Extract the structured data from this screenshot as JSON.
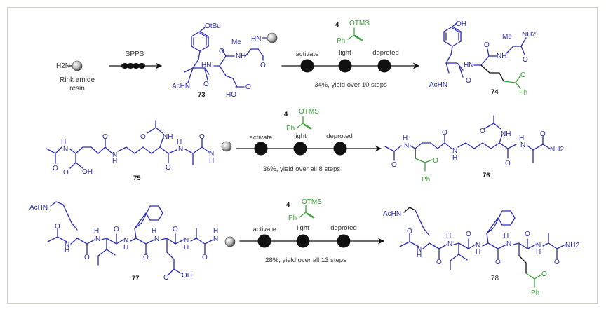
{
  "colors": {
    "peptide": "#2a2ab4",
    "reagent": "#3aa33a",
    "arrow": "#111111",
    "frame": "#cfcfca"
  },
  "row1": {
    "resin": {
      "formula": "H2N",
      "caption_line1": "Rink amide",
      "caption_line2": "resin"
    },
    "spps_label": "SPPS",
    "start_compound": {
      "label": "73",
      "groups": [
        "OtBu",
        "Me",
        "HN",
        "AcHN",
        "HN",
        "NH",
        "HO",
        "O",
        "O",
        "O",
        "O"
      ]
    },
    "reagent": {
      "number": "4",
      "groups": [
        "OTMS",
        "Ph"
      ]
    },
    "steps": [
      "activate",
      "light",
      "deproted"
    ],
    "yield_text": "34%, yield over 10 steps",
    "product": {
      "label": "74",
      "groups": [
        "OH",
        "Me",
        "NH2",
        "HN",
        "NH",
        "AcHN",
        "O",
        "O",
        "O",
        "Ph"
      ]
    }
  },
  "row2": {
    "start_compound": {
      "label": "75",
      "groups": [
        "H",
        "N",
        "O",
        "OH",
        "O",
        "N",
        "H",
        "NH",
        "O",
        "O",
        "H",
        "N",
        "O",
        "N",
        "H"
      ]
    },
    "reagent": {
      "number": "4",
      "groups": [
        "OTMS",
        "Ph"
      ]
    },
    "steps": [
      "activate",
      "light",
      "deproted"
    ],
    "yield_text": "36%, yield over all 8 steps",
    "product": {
      "label": "76",
      "groups": [
        "H",
        "N",
        "O",
        "O",
        "Ph",
        "O",
        "N",
        "H",
        "NH",
        "O",
        "O",
        "H",
        "N",
        "O",
        "NH2"
      ]
    }
  },
  "row3": {
    "start_compound": {
      "label": "77",
      "groups": [
        "AcHN",
        "O",
        "N",
        "H",
        "O",
        "H",
        "N",
        "O",
        "N",
        "H",
        "O",
        "H",
        "N",
        "O",
        "O",
        "OH",
        "N",
        "H",
        "O",
        "H",
        "N"
      ]
    },
    "reagent": {
      "number": "4",
      "groups": [
        "OTMS",
        "Ph"
      ]
    },
    "steps": [
      "activate",
      "light",
      "deproted"
    ],
    "yield_text": "28%, yield over all 13 steps",
    "product": {
      "label": "78",
      "groups": [
        "AcHN",
        "O",
        "N",
        "H",
        "O",
        "H",
        "N",
        "O",
        "N",
        "H",
        "O",
        "H",
        "N",
        "O",
        "O",
        "Ph",
        "N",
        "H",
        "O",
        "NH2"
      ]
    }
  }
}
